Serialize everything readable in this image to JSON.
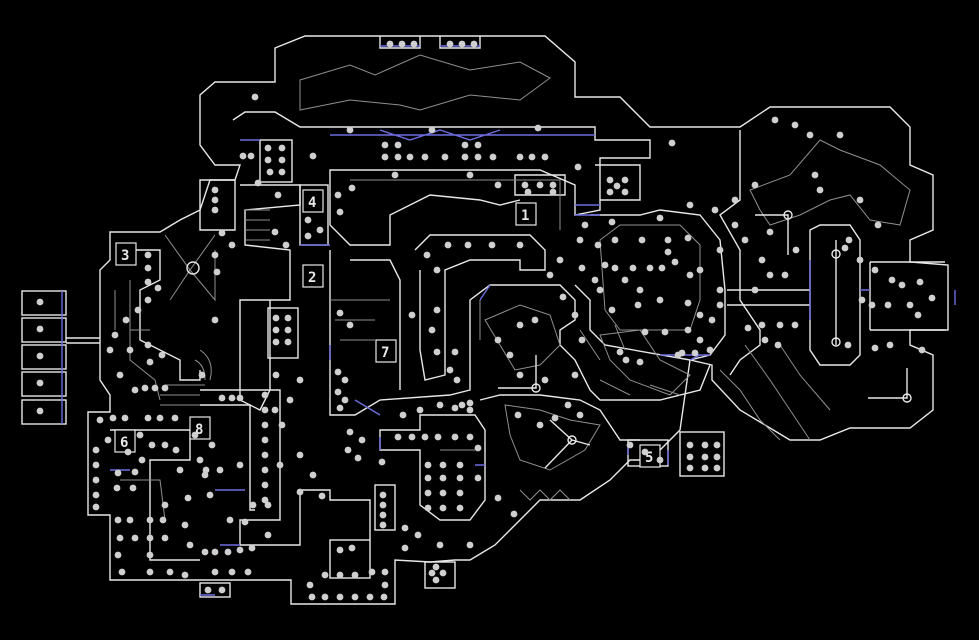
{
  "map": {
    "background": "#000000",
    "wall_color": "#e8e8e8",
    "step_color": "#8f8f8f",
    "trigger_color": "#6d6de0",
    "item_color": "#cfcfcf",
    "markers": [
      {
        "label": "1",
        "name": "map-marker-1"
      },
      {
        "label": "2",
        "name": "map-marker-2"
      },
      {
        "label": "3",
        "name": "map-marker-3"
      },
      {
        "label": "4",
        "name": "map-marker-4"
      },
      {
        "label": "5",
        "name": "map-marker-5"
      },
      {
        "label": "6",
        "name": "map-marker-6"
      },
      {
        "label": "7",
        "name": "map-marker-7"
      },
      {
        "label": "8",
        "name": "map-marker-8"
      }
    ]
  }
}
